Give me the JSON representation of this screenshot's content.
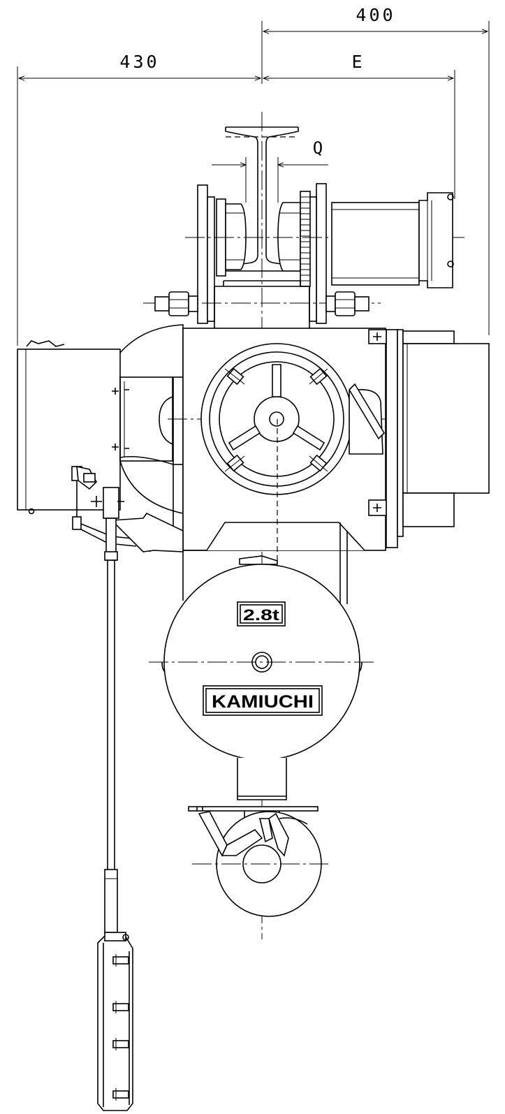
{
  "dimensions": {
    "top_overall": "400",
    "left_overall": "430",
    "right_to_trolley": "E",
    "flange_clearance": "Q"
  },
  "nameplate": {
    "capacity": "2.8t",
    "brand": "KAMIUCHI"
  }
}
